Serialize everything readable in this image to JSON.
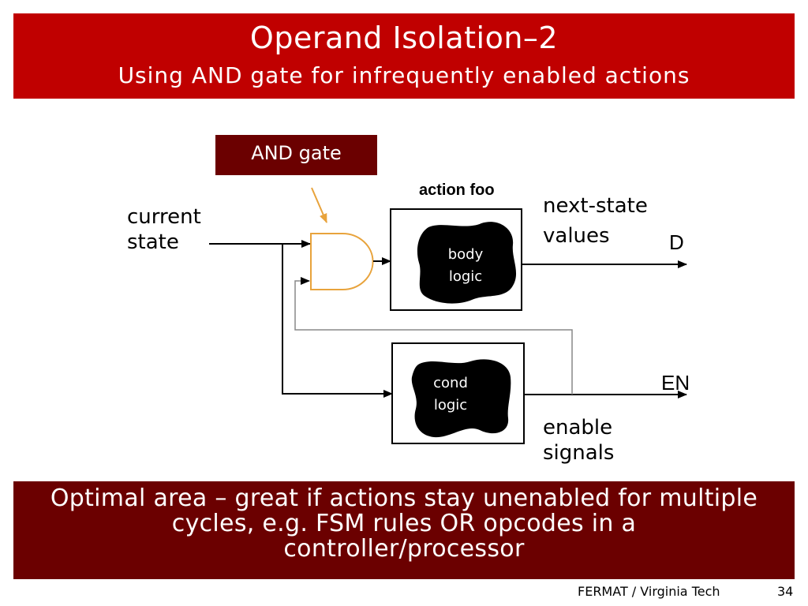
{
  "title": {
    "main": "Operand Isolation–2",
    "subtitle": "Using AND gate for infrequently enabled actions"
  },
  "diagram": {
    "and_gate_label": "AND gate",
    "action_label": "action foo",
    "input_label_line1": "current",
    "input_label_line2": "state",
    "body_logic_line1": "body",
    "body_logic_line2": "logic",
    "cond_logic_line1": "cond",
    "cond_logic_line2": "logic",
    "next_state_line1": "next-state",
    "next_state_line2": "values",
    "output_D": "D",
    "output_EN": "EN",
    "enable_line1": "enable",
    "enable_line2": "signals",
    "colors": {
      "gate_outline": "#e8a33c",
      "arrow_accent": "#e8a33c",
      "wire": "#000000",
      "feedback_wire": "#888888",
      "blob_fill": "#000000"
    }
  },
  "bottom": {
    "line1": "Optimal area – great if actions stay unenabled for multiple",
    "line2": "cycles, e.g. FSM rules OR opcodes in a",
    "line3": "controller/processor"
  },
  "footer": {
    "source": "FERMAT / Virginia Tech",
    "page": "34"
  },
  "theme": {
    "title_bg": "#c00000",
    "label_bg": "#6b0000",
    "bottom_bg": "#6b0000"
  }
}
